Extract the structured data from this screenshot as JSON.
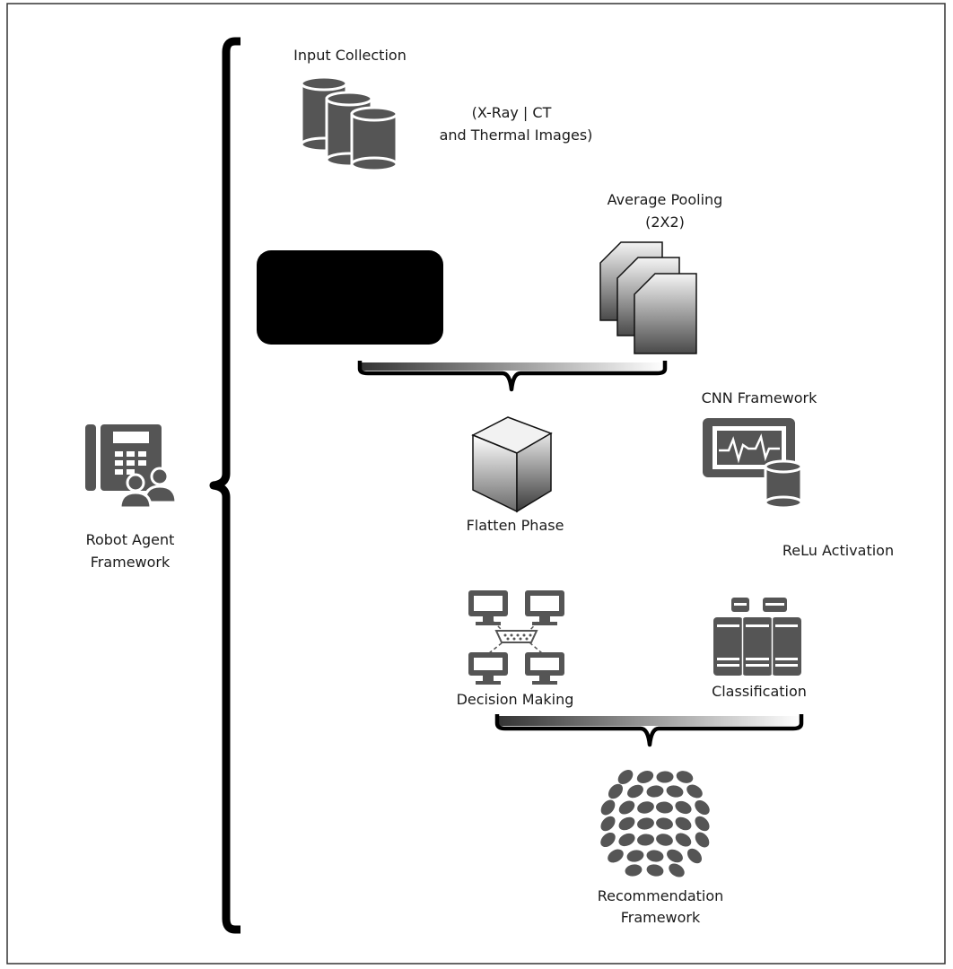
{
  "diagram": {
    "labels": {
      "input_collection": "Input Collection",
      "image_types_line1": "(X-Ray | CT",
      "image_types_line2": "and Thermal Images)",
      "average_pooling_line1": "Average Pooling",
      "average_pooling_line2": "(2X2)",
      "cnn_framework": "CNN Framework",
      "flatten_phase": "Flatten Phase",
      "relu_activation": "ReLu Activation",
      "decision_making": "Decision Making",
      "classification": "Classification",
      "recommendation_line1": "Recommendation",
      "recommendation_line2": "Framework",
      "robot_agent_line1": "Robot Agent",
      "robot_agent_line2": "Framework"
    },
    "colors": {
      "border": "#333333",
      "icon_dark": "#555555",
      "black": "#000000"
    }
  }
}
